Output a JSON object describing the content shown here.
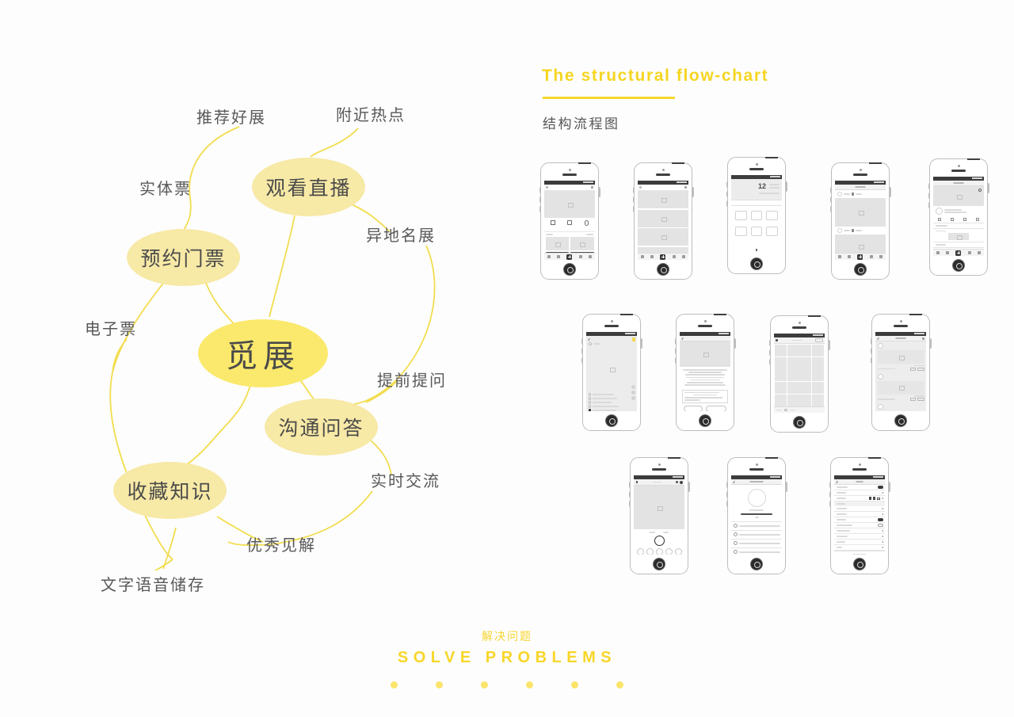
{
  "mindmap": {
    "central": {
      "label": "觅展",
      "color": "#fae96c"
    },
    "branches": [
      {
        "id": "watch-live",
        "label": "观看直播",
        "color": "#f7e9a6"
      },
      {
        "id": "book-ticket",
        "label": "预约门票",
        "color": "#f7e9a6"
      },
      {
        "id": "communicate",
        "label": "沟通问答",
        "color": "#f7e9a6"
      },
      {
        "id": "collect",
        "label": "收藏知识",
        "color": "#f7e9a6"
      }
    ],
    "leaves": [
      {
        "id": "recommend",
        "label": "推荐好展"
      },
      {
        "id": "nearby",
        "label": "附近热点"
      },
      {
        "id": "paper-ticket",
        "label": "实体票"
      },
      {
        "id": "remote-expo",
        "label": "异地名展"
      },
      {
        "id": "e-ticket",
        "label": "电子票"
      },
      {
        "id": "ask-ahead",
        "label": "提前提问"
      },
      {
        "id": "realtime",
        "label": "实时交流"
      },
      {
        "id": "insight",
        "label": "优秀见解"
      },
      {
        "id": "text-voice",
        "label": "文字语音储存"
      }
    ]
  },
  "flowchart": {
    "title_en": "The structural flow-chart",
    "title_cn": "结构流程图",
    "accent": "#f7d62b",
    "screens": [
      {
        "id": "home",
        "row": 1,
        "type": "home"
      },
      {
        "id": "list",
        "row": 1,
        "type": "list"
      },
      {
        "id": "calendar",
        "row": 1,
        "type": "calendar",
        "date": "12"
      },
      {
        "id": "feed",
        "row": 1,
        "type": "feed"
      },
      {
        "id": "detail",
        "row": 1,
        "type": "detail"
      },
      {
        "id": "live",
        "row": 2,
        "type": "live"
      },
      {
        "id": "article",
        "row": 2,
        "type": "article"
      },
      {
        "id": "photo-picker",
        "row": 2,
        "type": "grid"
      },
      {
        "id": "messages",
        "row": 2,
        "type": "messages"
      },
      {
        "id": "camera",
        "row": 3,
        "type": "camera"
      },
      {
        "id": "profile",
        "row": 3,
        "type": "profile"
      },
      {
        "id": "settings",
        "row": 3,
        "type": "settings"
      }
    ]
  },
  "footer": {
    "cn": "解决问题",
    "en": "SOLVE PROBLEMS",
    "dot_count": 6,
    "color": "#f8d62a"
  }
}
